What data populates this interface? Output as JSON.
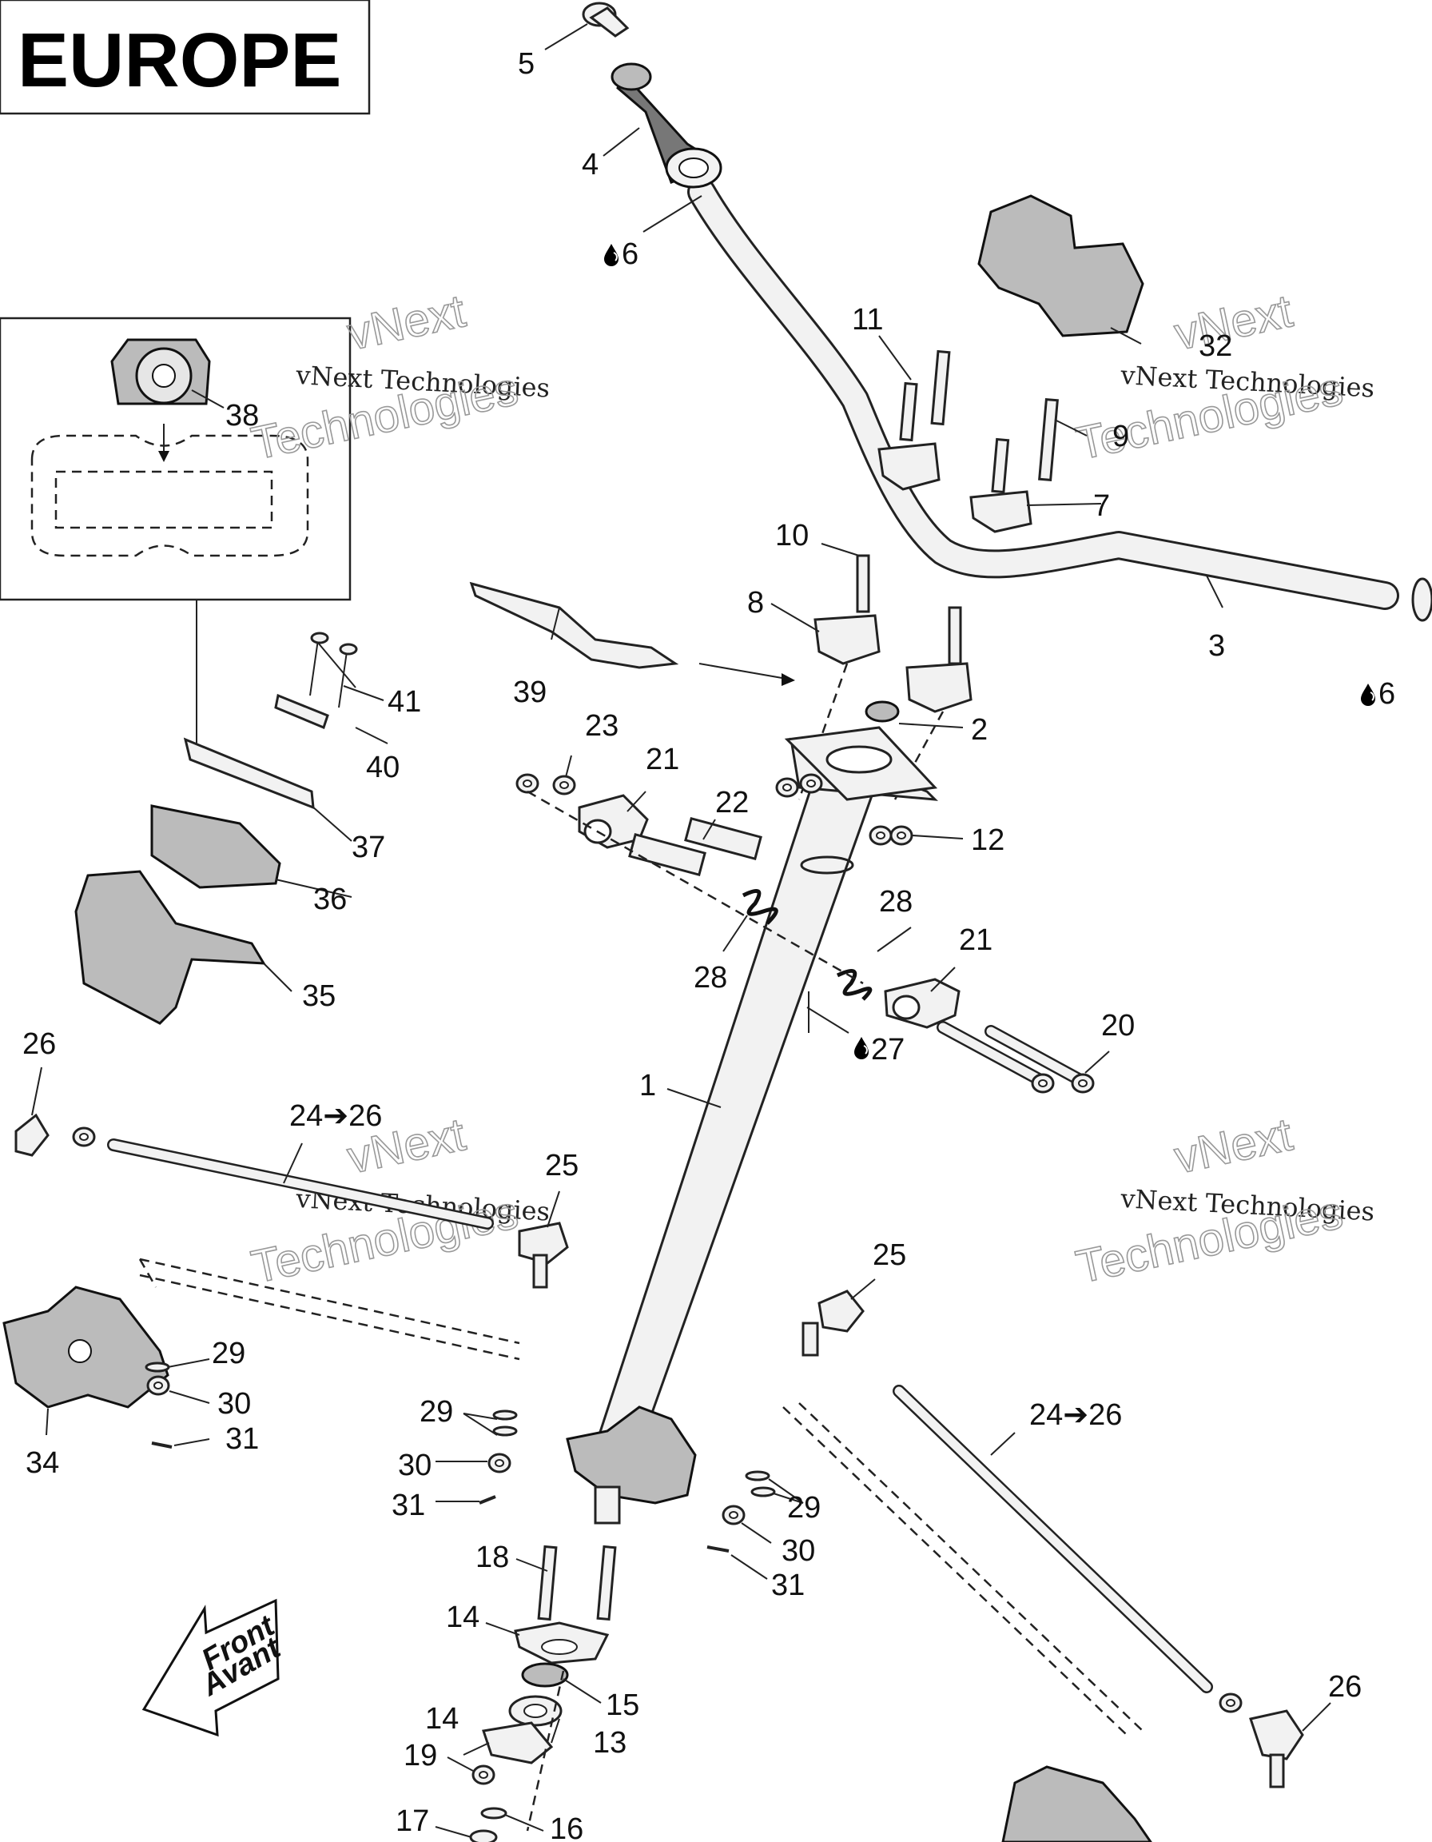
{
  "region_label": "EUROPE",
  "watermark": {
    "brand": "vNext",
    "company": "vNext Technologies",
    "big": "Technologies"
  },
  "front_arrow": {
    "line1": "Front",
    "line2": "Avant"
  },
  "callouts": {
    "c1": "1",
    "c2": "2",
    "c3": "3",
    "c4": "4",
    "c5": "5",
    "c6a": "6",
    "c6b": "6",
    "c7": "7",
    "c8": "8",
    "c9": "9",
    "c10": "10",
    "c11": "11",
    "c12": "12",
    "c13": "13",
    "c14a": "14",
    "c14b": "14",
    "c15": "15",
    "c16": "16",
    "c17": "17",
    "c18": "18",
    "c19": "19",
    "c20": "20",
    "c21a": "21",
    "c21b": "21",
    "c22": "22",
    "c23": "23",
    "c24a": "24➔26",
    "c24b": "24➔26",
    "c25a": "25",
    "c25b": "25",
    "c26a": "26",
    "c26b": "26",
    "c27": "27",
    "c28a": "28",
    "c28b": "28",
    "c29a": "29",
    "c29b": "29",
    "c29c": "29",
    "c30a": "30",
    "c30b": "30",
    "c30c": "30",
    "c31a": "31",
    "c31b": "31",
    "c31c": "31",
    "c32": "32",
    "c34": "34",
    "c35": "35",
    "c36": "36",
    "c37": "37",
    "c38": "38",
    "c39": "39",
    "c40": "40",
    "c41": "41"
  }
}
